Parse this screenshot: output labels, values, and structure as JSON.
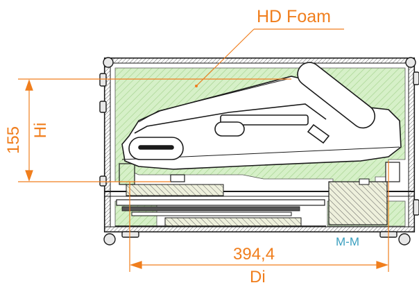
{
  "labels": {
    "material": "HD Foam",
    "height_value": "155",
    "height_symbol": "Hi",
    "width_value": "394,4",
    "width_symbol": "Di",
    "section": "M-M"
  },
  "colors": {
    "dimension": "#f07e1d",
    "section_label": "#3a9fbf",
    "foam_fill": "#d6f0c8",
    "foam_hatch": "#9ccf86",
    "outline": "#1a1a1a",
    "device_fill": "#ffffff",
    "wood_fill": "#e9ecd7"
  }
}
